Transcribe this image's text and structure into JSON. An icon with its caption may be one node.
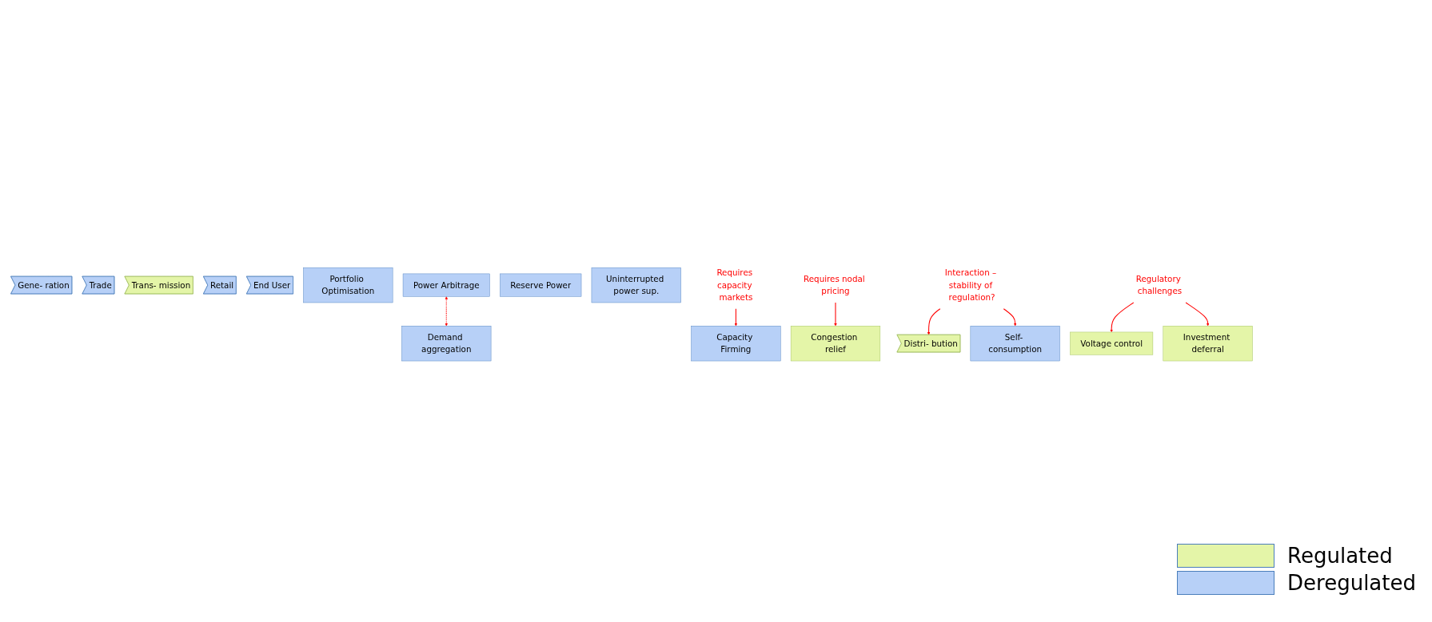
{
  "diagram": {
    "nodes": [
      {
        "text": [
          "Gene- ration"
        ]
      },
      {
        "text": [
          "Trade"
        ]
      },
      {
        "text": [
          "Trans- mission"
        ]
      },
      {
        "text": [
          "Distri- bution"
        ]
      },
      {
        "text": [
          "Retail"
        ]
      },
      {
        "text": [
          "End User"
        ]
      },
      {
        "text": [
          "Portfolio Optimisation"
        ]
      },
      {
        "text": [
          "Power Arbitrage"
        ]
      },
      {
        "text": [
          "Demand aggregation"
        ]
      },
      {
        "text": [
          "Capacity Firming"
        ]
      },
      {
        "text": [
          "Reserve Power"
        ]
      },
      {
        "text": [
          "Voltage control"
        ]
      },
      {
        "text": [
          "Self- consumption"
        ]
      },
      {
        "text": [
          "Uninterrupted power sup."
        ]
      },
      {
        "text": [
          "Congestion relief"
        ]
      },
      {
        "text": [
          "Investment deferral"
        ]
      },
      {
        "text": [
          "Requires capacity markets"
        ]
      },
      {
        "text": [
          "Requires nodal pricing"
        ]
      },
      {
        "text": [
          "Interaction – stability of regulation?"
        ]
      },
      {
        "text": [
          "Regulatory challenges"
        ]
      }
    ],
    "edges": [
      {
        "from": 7,
        "to": 8,
        "arrow": "both",
        "style": "dashed"
      },
      {
        "from": 16,
        "to": 9,
        "arrow": "to"
      },
      {
        "from": 17,
        "to": 14,
        "arrow": "to"
      },
      {
        "from": 18,
        "to": 3,
        "arrow": "to"
      },
      {
        "from": 18,
        "to": 12,
        "arrow": "to"
      },
      {
        "from": 19,
        "to": 11,
        "arrow": "to"
      },
      {
        "from": 19,
        "to": 15,
        "arrow": "to"
      }
    ],
    "legend": [
      {
        "text": "Regulated",
        "color": "#e4f5a8"
      },
      {
        "text": "Deregulated",
        "color": "#b7d0f7"
      }
    ]
  }
}
